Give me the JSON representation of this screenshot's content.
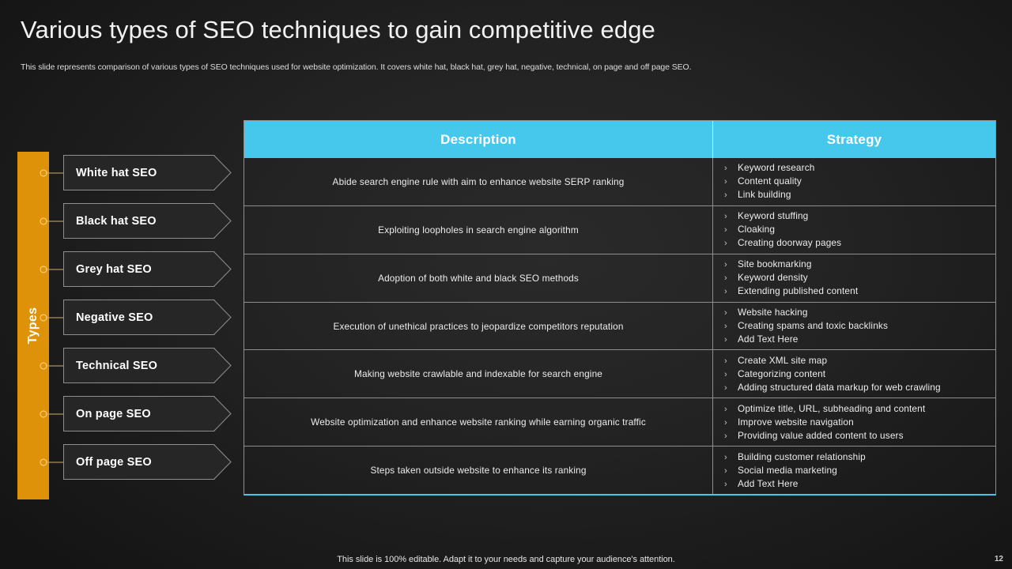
{
  "header": {
    "title": "Various types of SEO techniques to gain competitive edge",
    "subtitle": "This slide represents comparison of various types of SEO techniques used for website optimization. It covers white hat,  black hat, grey hat, negative, technical, on page and off page SEO."
  },
  "colors": {
    "accent_orange": "#dd9209",
    "accent_cyan": "#45c8ec",
    "background": "#1c1c1c",
    "border_gray": "#8e8e8e"
  },
  "types_rail": {
    "label": "Types",
    "items": [
      {
        "label": "White hat SEO"
      },
      {
        "label": "Black hat SEO"
      },
      {
        "label": "Grey hat SEO"
      },
      {
        "label": "Negative SEO"
      },
      {
        "label": "Technical SEO"
      },
      {
        "label": "On page SEO"
      },
      {
        "label": "Off page SEO"
      }
    ]
  },
  "table": {
    "columns": [
      "Description",
      "Strategy"
    ],
    "bullet_glyph": "›",
    "rows": [
      {
        "description": "Abide search engine rule with aim to enhance website SERP ranking",
        "strategy": [
          "Keyword research",
          "Content quality",
          "Link building"
        ]
      },
      {
        "description": "Exploiting loopholes in search engine algorithm",
        "strategy": [
          "Keyword stuffing",
          "Cloaking",
          "Creating doorway pages"
        ]
      },
      {
        "description": "Adoption of both white and black SEO methods",
        "strategy": [
          "Site bookmarking",
          "Keyword density",
          "Extending published content"
        ]
      },
      {
        "description": "Execution of unethical practices to jeopardize competitors reputation",
        "strategy": [
          "Website hacking",
          "Creating spams and toxic backlinks",
          "Add Text Here"
        ]
      },
      {
        "description": "Making website crawlable and indexable for search engine",
        "strategy": [
          "Create XML site map",
          "Categorizing content",
          "Adding structured data markup for web crawling"
        ]
      },
      {
        "description": "Website optimization and enhance website ranking while earning organic traffic",
        "strategy": [
          "Optimize title, URL, subheading and content",
          "Improve website navigation",
          "Providing value added content to users"
        ]
      },
      {
        "description": "Steps taken outside website to enhance its ranking",
        "strategy": [
          "Building customer relationship",
          "Social media marketing",
          "Add Text Here"
        ]
      }
    ]
  },
  "footer": {
    "note": "This slide is 100% editable. Adapt it to your needs and capture your audience's attention.",
    "page_number": "12"
  }
}
